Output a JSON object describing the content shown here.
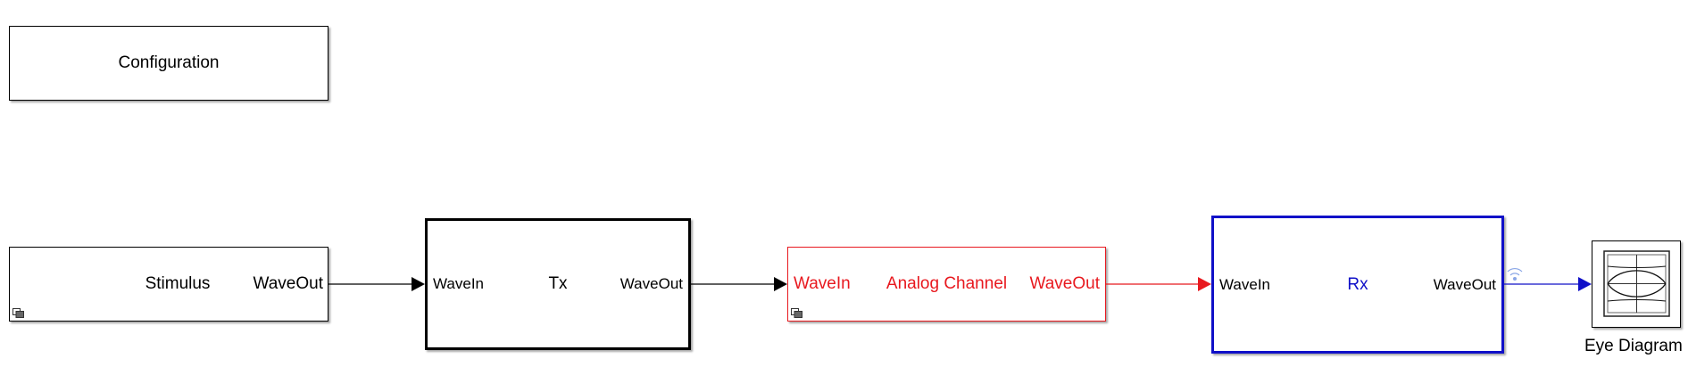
{
  "blocks": {
    "configuration": {
      "title": "Configuration"
    },
    "stimulus": {
      "title": "Stimulus",
      "out_port": "WaveOut"
    },
    "tx": {
      "title": "Tx",
      "in_port": "WaveIn",
      "out_port": "WaveOut"
    },
    "channel": {
      "title": "Analog Channel",
      "in_port": "WaveIn",
      "out_port": "WaveOut"
    },
    "rx": {
      "title": "Rx",
      "in_port": "WaveIn",
      "out_port": "WaveOut"
    },
    "eye_diagram": {
      "label": "Eye Diagram"
    }
  },
  "colors": {
    "default": "#000000",
    "channel": "#e8191f",
    "rx": "#1010c8",
    "signal_indicator": "#8aa6e6"
  },
  "icons": {
    "mask": "subsystem-mask-icon",
    "scope": "eye-diagram-scope-icon",
    "signal": "wireless-signal-icon"
  }
}
